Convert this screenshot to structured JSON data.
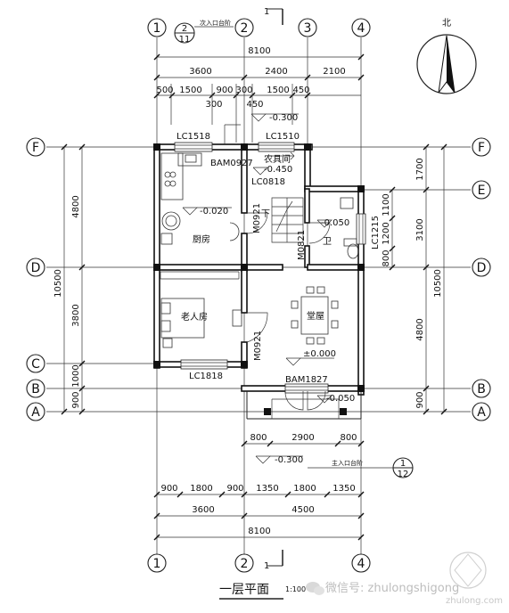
{
  "drawing": {
    "title": "一层平面",
    "scale_note": "1:100",
    "section_mark": "1"
  },
  "compass": {
    "north_label": "北"
  },
  "axes": {
    "columns": [
      "1",
      "2",
      "3",
      "4"
    ],
    "rows": [
      "F",
      "E",
      "D",
      "C",
      "B",
      "A"
    ]
  },
  "dimensions": {
    "top_total": "8100",
    "top_mid": [
      "3600",
      "2400",
      "2100"
    ],
    "top_detail": [
      "500",
      "1500",
      "900",
      "300",
      "1500",
      "450"
    ],
    "top_sub": [
      "300",
      "450"
    ],
    "bottom_detail": [
      "900",
      "1800",
      "900",
      "1350",
      "1800",
      "1350"
    ],
    "bottom_mid": [
      "3600",
      "4500"
    ],
    "bottom_total": "8100",
    "entry_dims": [
      "800",
      "2900",
      "800"
    ],
    "left_total": "10500",
    "left_mid": [
      "4800",
      "3800"
    ],
    "left_detail": [
      "1000",
      "900"
    ],
    "right_total": "10500",
    "right_mid": [
      "3100",
      "4800",
      "900"
    ],
    "right_detail": [
      "1700",
      "1100",
      "1200",
      "800"
    ]
  },
  "rooms": {
    "kitchen": "厨房",
    "elder_room": "老人房",
    "hall": "堂屋",
    "tool_room": "农具间",
    "toilet": "卫"
  },
  "labels": {
    "lc1518": "LC1518",
    "lc1510": "LC1510",
    "bam0927": "BAM0927",
    "lc0818": "LC0818",
    "m0921_a": "M0921",
    "m0921_b": "M0921",
    "m0821": "M0821",
    "lc1215": "LC1215",
    "lc1818": "LC1818",
    "bam1827": "BAM1827",
    "stair_down": "下",
    "secondary_step": "次入口台阶",
    "main_step": "主入口台阶"
  },
  "elevations": {
    "e_minus_300_top": "-0.300",
    "e_tool": "-0.450",
    "e_kitchen": "-0.020",
    "e_toilet": "-0.050",
    "e_hall": "±0.000",
    "e_entry": "-0.050",
    "e_minus_300_bottom": "-0.300"
  },
  "detail_refs": {
    "top_ref": {
      "num": "2",
      "sheet": "11"
    },
    "bottom_ref": {
      "num": "1",
      "sheet": "12"
    }
  },
  "watermark": {
    "wechat": "微信号: zhulongshigong",
    "site": "zhulong.com"
  }
}
